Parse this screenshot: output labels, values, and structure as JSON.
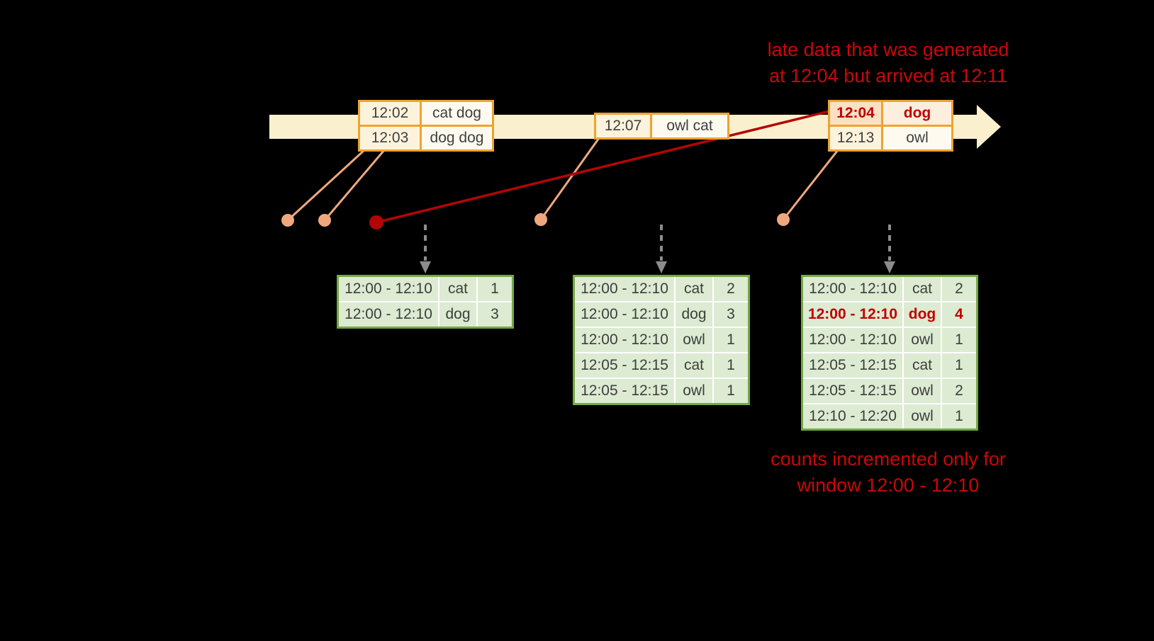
{
  "annotations": {
    "late_top_line1": "late data that was generated",
    "late_top_line2": "at 12:04 but arrived at 12:11",
    "counts_line1": "counts incremented only for",
    "counts_line2": "window 12:00 - 12:10"
  },
  "event_tables": {
    "t1": {
      "rows": [
        {
          "time": "12:02",
          "words": "cat dog"
        },
        {
          "time": "12:03",
          "words": "dog dog"
        }
      ]
    },
    "t2": {
      "rows": [
        {
          "time": "12:07",
          "words": "owl cat"
        }
      ]
    },
    "t3": {
      "rows": [
        {
          "time": "12:04",
          "words": "dog"
        },
        {
          "time": "12:13",
          "words": "owl"
        }
      ]
    }
  },
  "result_tables": {
    "t1": {
      "rows": [
        {
          "window": "12:00 - 12:10",
          "word": "cat",
          "count": "1"
        },
        {
          "window": "12:00 - 12:10",
          "word": "dog",
          "count": "3"
        }
      ]
    },
    "t2": {
      "rows": [
        {
          "window": "12:00 - 12:10",
          "word": "cat",
          "count": "2"
        },
        {
          "window": "12:00 - 12:10",
          "word": "dog",
          "count": "3"
        },
        {
          "window": "12:00 - 12:10",
          "word": "owl",
          "count": "1"
        },
        {
          "window": "12:05 - 12:15",
          "word": "cat",
          "count": "1"
        },
        {
          "window": "12:05 - 12:15",
          "word": "owl",
          "count": "1"
        }
      ]
    },
    "t3": {
      "rows": [
        {
          "window": "12:00 - 12:10",
          "word": "cat",
          "count": "2"
        },
        {
          "window": "12:00 - 12:10",
          "word": "dog",
          "count": "4"
        },
        {
          "window": "12:00 - 12:10",
          "word": "owl",
          "count": "1"
        },
        {
          "window": "12:05 - 12:15",
          "word": "cat",
          "count": "1"
        },
        {
          "window": "12:05 - 12:15",
          "word": "owl",
          "count": "2"
        },
        {
          "window": "12:10 - 12:20",
          "word": "owl",
          "count": "1"
        }
      ]
    }
  },
  "colors": {
    "background": "#000000",
    "timeline_arrow": "#fbf0ce",
    "event_table_border": "#eda332",
    "connector_salmon": "#efa87e",
    "late_red": "#b30505",
    "annotation_red": "#cb0707",
    "highlight_text_red": "#c00000",
    "result_table_border": "#73a942",
    "result_cell_green": "#dcebd2",
    "dashed_arrow_gray": "#8c8c8c"
  }
}
